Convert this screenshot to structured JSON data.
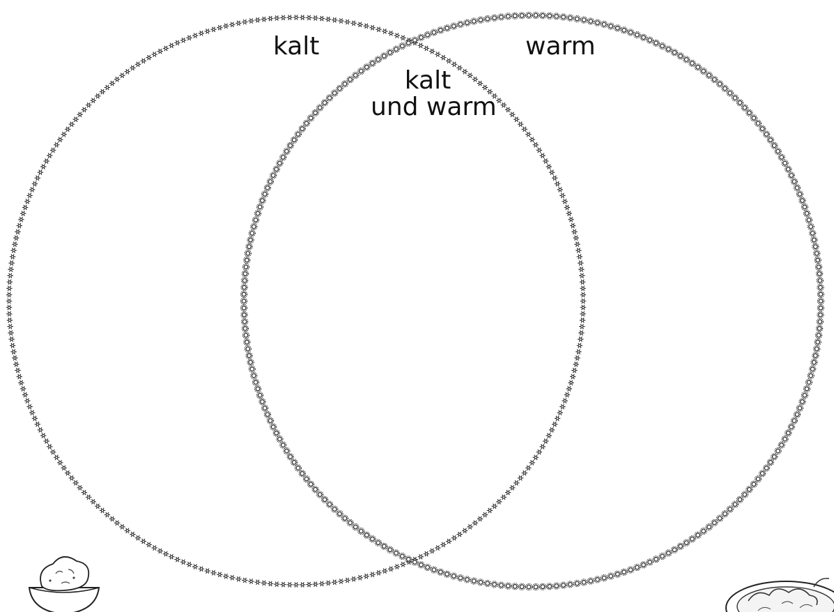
{
  "diagram": {
    "type": "venn",
    "labels": {
      "cold": "kalt",
      "warm": "warm",
      "both_line1": "kalt",
      "both_line2": "und warm"
    },
    "circles": [
      {
        "set": "cold",
        "border_icon": "snowflake-icon",
        "color": "#222222"
      },
      {
        "set": "warm",
        "border_icon": "sun-icon",
        "color": "#222222"
      }
    ],
    "illustrations": [
      "bread-bowl-icon",
      "food-plate-icon"
    ]
  }
}
